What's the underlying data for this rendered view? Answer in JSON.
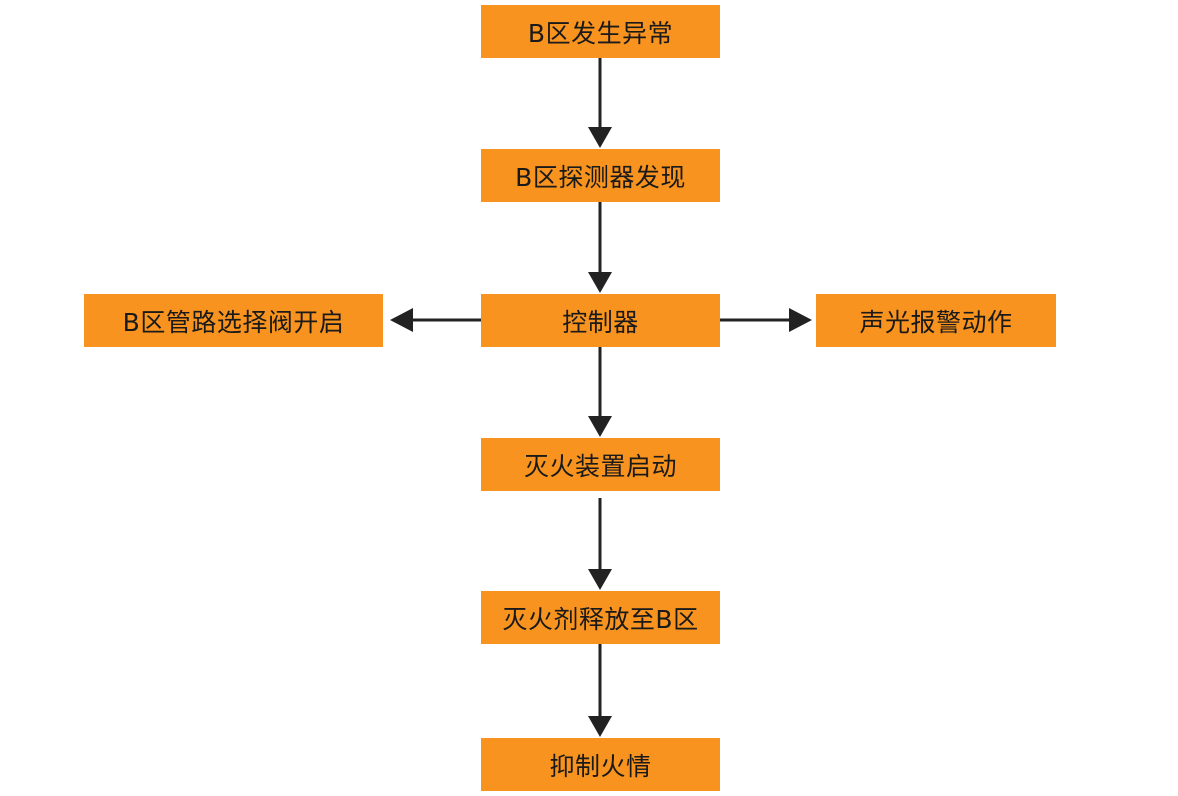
{
  "nodes": {
    "event": "B区发生异常",
    "detect": "B区探测器发现",
    "controller": "控制器",
    "valve": "B区管路选择阀开启",
    "alarm": "声光报警动作",
    "device": "灭火装置启动",
    "release": "灭火剂释放至B区",
    "suppress": "抑制火情"
  },
  "colors": {
    "node_fill": "#f7931e",
    "text": "#1a1a1a",
    "arrow": "#222222"
  }
}
